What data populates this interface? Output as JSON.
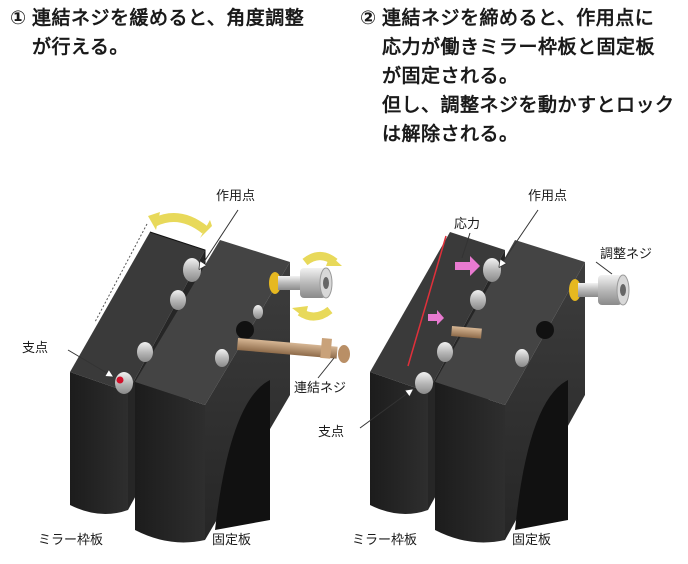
{
  "captions": {
    "left": {
      "number": "①",
      "lines": [
        "連結ネジを緩めると、角度調整",
        "が行える。"
      ]
    },
    "right": {
      "number": "②",
      "lines": [
        "連結ネジを締めると、作用点に",
        "応力が働きミラー枠板と固定板",
        "が固定される。",
        "但し、調整ネジを動かすとロック",
        "は解除される。"
      ]
    }
  },
  "left_figure": {
    "label_action_point": "作用点",
    "label_fulcrum": "支点",
    "label_connecting_screw": "連結ネジ",
    "label_mirror_frame": "ミラー枠板",
    "label_fixed_plate": "固定板"
  },
  "right_figure": {
    "label_action_point": "作用点",
    "label_stress": "応力",
    "label_adjust_screw": "調整ネジ",
    "label_fulcrum": "支点",
    "label_mirror_frame": "ミラー枠板",
    "label_fixed_plate": "固定板"
  },
  "colors": {
    "block": "#2b2b2b",
    "block_top": "#3a3a3a",
    "arrow_yellow": "#e8d95a",
    "arrow_pink": "#e87ad0",
    "stress_line": "#e0303a",
    "washer_yellow": "#e6b820"
  }
}
